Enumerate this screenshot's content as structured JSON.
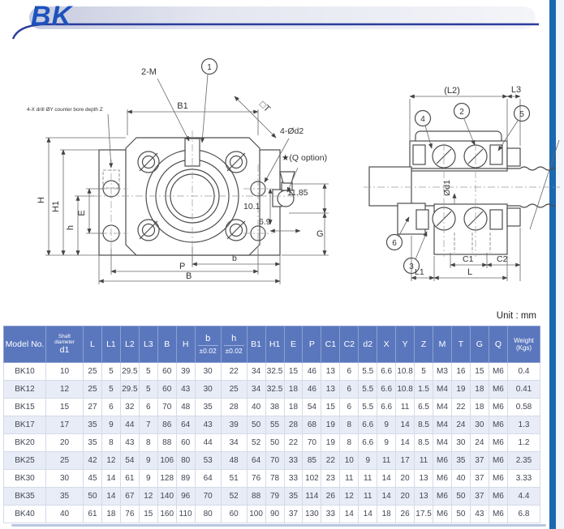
{
  "header": {
    "title": "BK"
  },
  "unit_label": "Unit : mm",
  "drawing": {
    "balloons": [
      "1",
      "2",
      "3",
      "4",
      "5",
      "6"
    ],
    "front": {
      "labels": {
        "two_m": "2-M",
        "square_t": "□T",
        "drill_note": "4-X drill ØY counter bore depth Z",
        "four_d2": "4-Ød2",
        "q_option": "★(Q option)",
        "d1185": "11.85",
        "d101": "10.1",
        "d69": "6.9",
        "g": "G",
        "h_cap": "H",
        "h1": "H1",
        "h_small": "h",
        "e": "E",
        "b1": "B1",
        "p": "P",
        "b_small": "b",
        "b_cap": "B"
      }
    },
    "side": {
      "labels": {
        "l2": "(L2)",
        "l3": "L3",
        "od1": "Ød1",
        "c1": "C1",
        "c2": "C2",
        "l1": "L1",
        "l": "L"
      }
    }
  },
  "table": {
    "header": {
      "model": "Model No.",
      "shaft_line1": "Shaft",
      "shaft_line2": "diameter",
      "shaft_d1": "d1",
      "cols": [
        "L",
        "L1",
        "L2",
        "L3",
        "B",
        "H"
      ],
      "b_tol_top": "b",
      "b_tol_bot": "±0.02",
      "h_tol_top": "h",
      "h_tol_bot": "±0.02",
      "cols2": [
        "B1",
        "H1",
        "E",
        "P",
        "C1",
        "C2",
        "d2",
        "X",
        "Y",
        "Z",
        "M",
        "T",
        "G",
        "Q"
      ],
      "weight_line1": "Weight",
      "weight_line2": "(Kgs)"
    },
    "rows": [
      {
        "model": "BK10",
        "values": [
          "10",
          "25",
          "5",
          "29.5",
          "5",
          "60",
          "39",
          "30",
          "22",
          "34",
          "32.5",
          "15",
          "46",
          "13",
          "6",
          "5.5",
          "6.6",
          "10.8",
          "5",
          "M3",
          "16",
          "15",
          "M6",
          "0.4"
        ]
      },
      {
        "model": "BK12",
        "values": [
          "12",
          "25",
          "5",
          "29.5",
          "5",
          "60",
          "43",
          "30",
          "25",
          "34",
          "32.5",
          "18",
          "46",
          "13",
          "6",
          "5.5",
          "6.6",
          "10.8",
          "1.5",
          "M4",
          "19",
          "18",
          "M6",
          "0.41"
        ]
      },
      {
        "model": "BK15",
        "values": [
          "15",
          "27",
          "6",
          "32",
          "6",
          "70",
          "48",
          "35",
          "28",
          "40",
          "38",
          "18",
          "54",
          "15",
          "6",
          "5.5",
          "6.6",
          "11",
          "6.5",
          "M4",
          "22",
          "18",
          "M6",
          "0.58"
        ]
      },
      {
        "model": "BK17",
        "values": [
          "17",
          "35",
          "9",
          "44",
          "7",
          "86",
          "64",
          "43",
          "39",
          "50",
          "55",
          "28",
          "68",
          "19",
          "8",
          "6.6",
          "9",
          "14",
          "8.5",
          "M4",
          "24",
          "30",
          "M6",
          "1.3"
        ]
      },
      {
        "model": "BK20",
        "values": [
          "20",
          "35",
          "8",
          "43",
          "8",
          "88",
          "60",
          "44",
          "34",
          "52",
          "50",
          "22",
          "70",
          "19",
          "8",
          "6.6",
          "9",
          "14",
          "8.5",
          "M4",
          "30",
          "24",
          "M6",
          "1.2"
        ]
      },
      {
        "model": "BK25",
        "values": [
          "25",
          "42",
          "12",
          "54",
          "9",
          "106",
          "80",
          "53",
          "48",
          "64",
          "70",
          "33",
          "85",
          "22",
          "10",
          "9",
          "11",
          "17",
          "11",
          "M6",
          "35",
          "37",
          "M6",
          "2.35"
        ]
      },
      {
        "model": "BK30",
        "values": [
          "30",
          "45",
          "14",
          "61",
          "9",
          "128",
          "89",
          "64",
          "51",
          "76",
          "78",
          "33",
          "102",
          "23",
          "11",
          "11",
          "14",
          "20",
          "13",
          "M6",
          "40",
          "37",
          "M6",
          "3.33"
        ]
      },
      {
        "model": "BK35",
        "values": [
          "35",
          "50",
          "14",
          "67",
          "12",
          "140",
          "96",
          "70",
          "52",
          "88",
          "79",
          "35",
          "114",
          "26",
          "12",
          "11",
          "14",
          "20",
          "13",
          "M6",
          "50",
          "37",
          "M6",
          "4.4"
        ]
      },
      {
        "model": "BK40",
        "values": [
          "40",
          "61",
          "18",
          "76",
          "15",
          "160",
          "110",
          "80",
          "60",
          "100",
          "90",
          "37",
          "130",
          "33",
          "14",
          "14",
          "18",
          "26",
          "17.5",
          "M6",
          "50",
          "43",
          "M6",
          "6.8"
        ]
      }
    ]
  }
}
